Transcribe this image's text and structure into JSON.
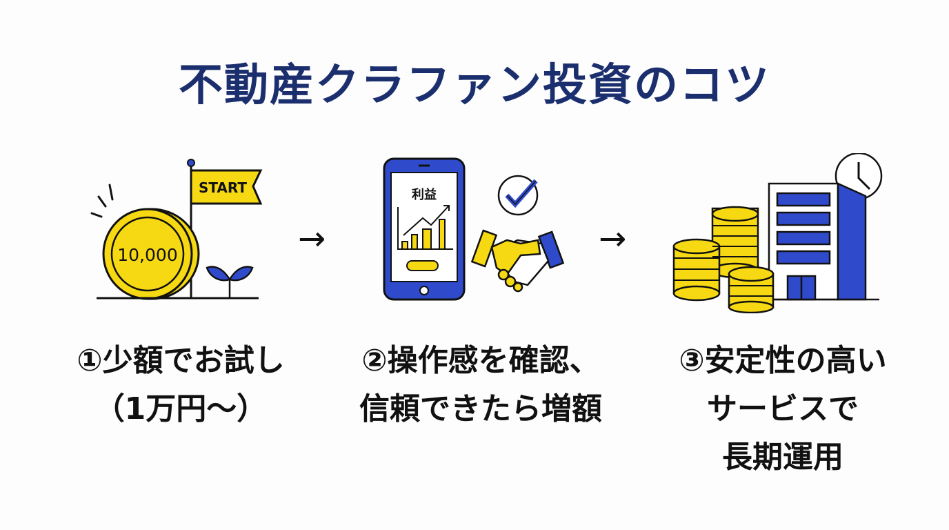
{
  "title": "不動産クラファン投資のコツ",
  "colors": {
    "navy": "#1b2f6e",
    "yellow": "#f6d912",
    "blue": "#2f4bcc"
  },
  "arrows": [
    "→",
    "→"
  ],
  "steps": [
    {
      "lines": [
        "①少額でお試し",
        "（1万円〜）"
      ],
      "illustration": {
        "coin_label": "10,000",
        "flag_label": "START",
        "icons": [
          "coin-icon",
          "start-flag-icon",
          "sprout-icon"
        ]
      }
    },
    {
      "lines": [
        "②操作感を確認、",
        "信頼できたら増額"
      ],
      "illustration": {
        "screen_label": "利益",
        "icons": [
          "smartphone-icon",
          "bar-chart-icon",
          "check-circle-icon",
          "handshake-icon"
        ]
      }
    },
    {
      "lines": [
        "③安定性の高い",
        "サービスで",
        "長期運用"
      ],
      "illustration": {
        "icons": [
          "coin-stacks-icon",
          "building-icon",
          "clock-icon"
        ]
      }
    }
  ]
}
